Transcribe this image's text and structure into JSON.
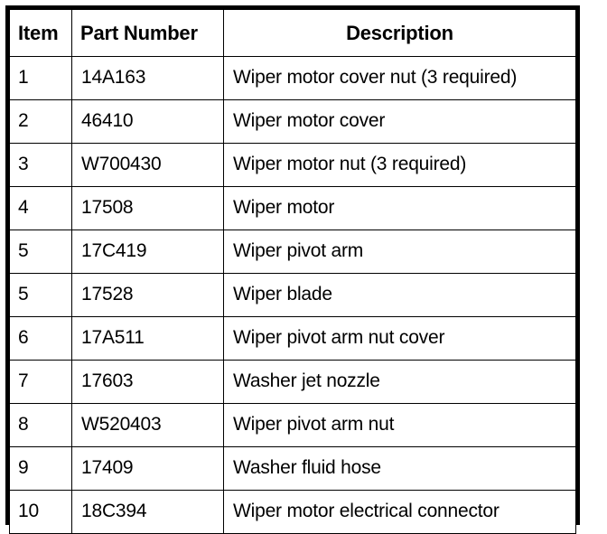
{
  "table": {
    "columns": [
      {
        "key": "item",
        "label": "Item",
        "align": "left"
      },
      {
        "key": "part_number",
        "label": "Part Number",
        "align": "left"
      },
      {
        "key": "description",
        "label": "Description",
        "align": "center"
      }
    ],
    "rows": [
      {
        "item": "1",
        "part_number": "14A163",
        "description": "Wiper motor cover nut (3 required)"
      },
      {
        "item": "2",
        "part_number": "46410",
        "description": "Wiper motor cover"
      },
      {
        "item": "3",
        "part_number": "W700430",
        "description": "Wiper motor nut (3 required)"
      },
      {
        "item": "4",
        "part_number": "17508",
        "description": "Wiper motor"
      },
      {
        "item": "5",
        "part_number": "17C419",
        "description": "Wiper pivot arm"
      },
      {
        "item": "5",
        "part_number": "17528",
        "description": "Wiper blade"
      },
      {
        "item": "6",
        "part_number": "17A511",
        "description": "Wiper pivot arm nut cover"
      },
      {
        "item": "7",
        "part_number": "17603",
        "description": "Washer jet nozzle"
      },
      {
        "item": "8",
        "part_number": "W520403",
        "description": "Wiper pivot arm nut"
      },
      {
        "item": "9",
        "part_number": "17409",
        "description": "Washer fluid hose"
      },
      {
        "item": "10",
        "part_number": "18C394",
        "description": "Wiper motor electrical connector"
      }
    ]
  },
  "style": {
    "border_color": "#000000",
    "text_color": "#000000",
    "background": "#ffffff"
  }
}
